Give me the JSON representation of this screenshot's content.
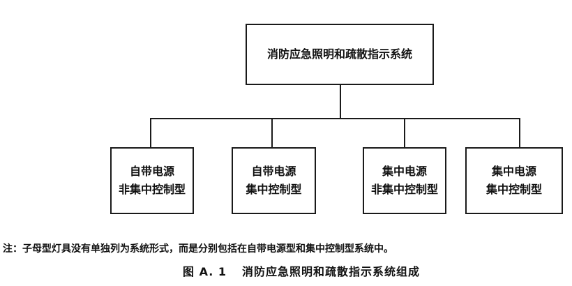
{
  "diagram": {
    "root": "消防应急照明和疏散指示系统",
    "children": [
      {
        "line1": "自带电源",
        "line2": "非集中控制型"
      },
      {
        "line1": "自带电源",
        "line2": "集中控制型"
      },
      {
        "line1": "集中电源",
        "line2": "非集中控制型"
      },
      {
        "line1": "集中电源",
        "line2": "集中控制型"
      }
    ]
  },
  "note": "注：子母型灯具没有单独列为系统形式，而是分别包括在自带电源型和集中控制型系统中。",
  "caption": {
    "number": "图 A. 1",
    "title": "消防应急照明和疏散指示系统组成"
  }
}
